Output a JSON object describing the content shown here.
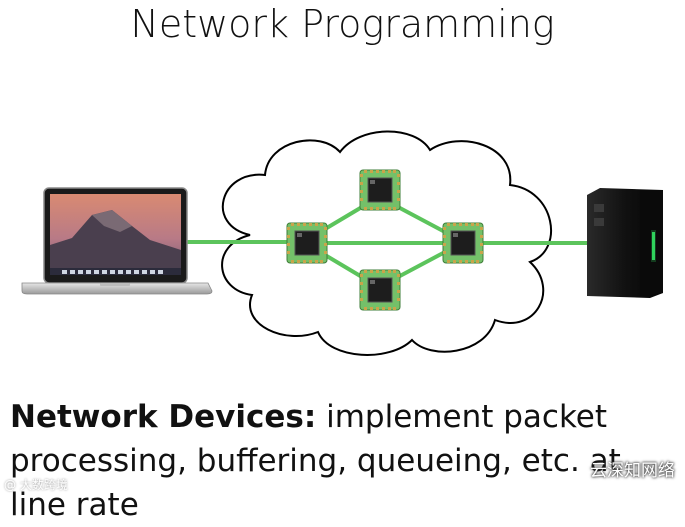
{
  "title": "Network Programming",
  "caption": {
    "bold": "Network Devices:",
    "text": " implement packet processing, buffering, queueing, etc. at line rate"
  },
  "watermarks": {
    "left": "@ 大数跨境",
    "right": "云深知网络"
  },
  "colors": {
    "link": "#5cc45c",
    "chip_board": "#74c069",
    "cloud_fill": "#ffffff",
    "cloud_stroke": "#000000"
  },
  "nodes": [
    "laptop",
    "switch-left",
    "switch-top",
    "switch-bottom",
    "switch-right",
    "server"
  ]
}
